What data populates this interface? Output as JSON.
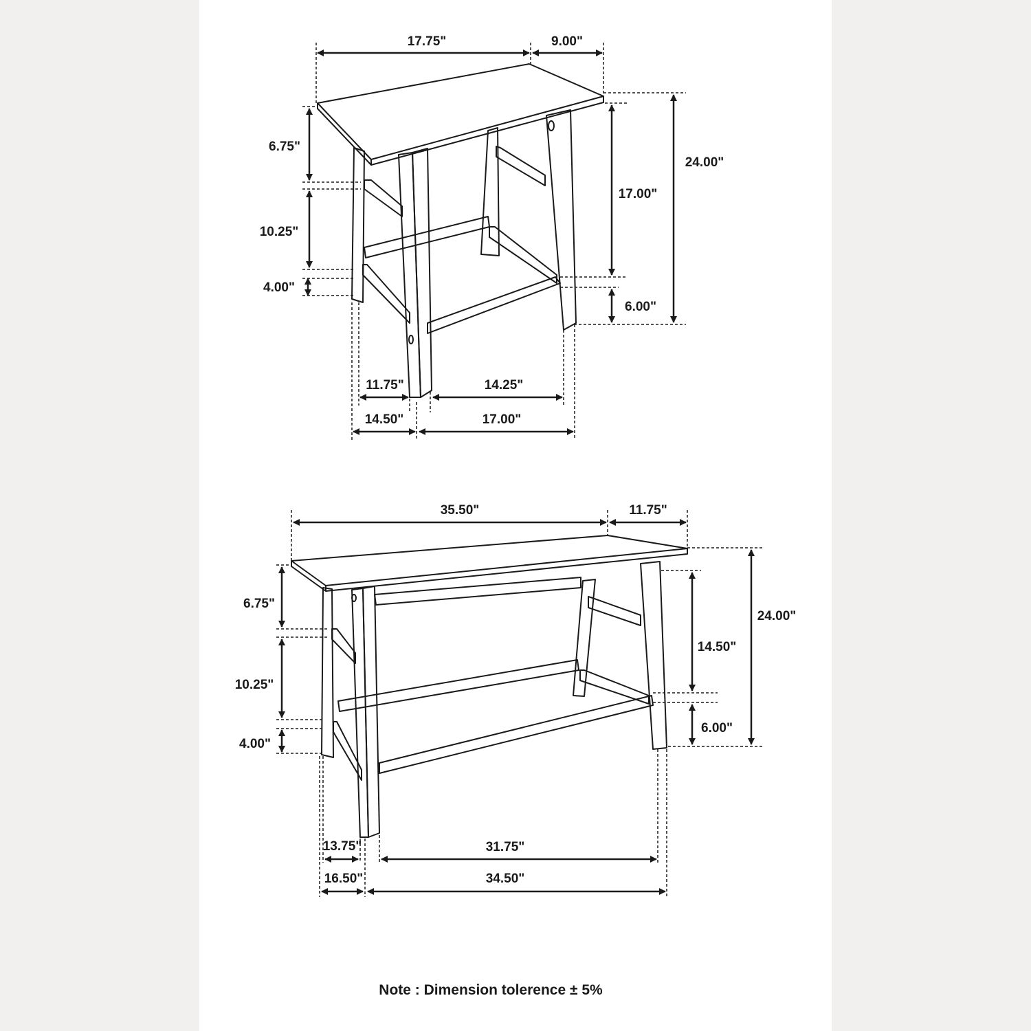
{
  "stool": {
    "dims": {
      "top_length": "17.75\"",
      "top_width": "9.00\"",
      "apron_height": "6.75\"",
      "upper_rung_gap": "10.25\"",
      "lower_rung_gap": "4.00\"",
      "overall_height": "24.00\"",
      "seat_to_rung": "17.00\"",
      "rung_height": "6.00\"",
      "inner_depth": "11.75\"",
      "inner_length": "14.25\"",
      "outer_depth": "14.50\"",
      "outer_length": "17.00\""
    }
  },
  "table": {
    "dims": {
      "top_length": "35.50\"",
      "top_width": "11.75\"",
      "apron_height": "6.75\"",
      "upper_rung_gap": "10.25\"",
      "lower_rung_gap": "4.00\"",
      "overall_height": "24.00\"",
      "top_to_rung": "14.50\"",
      "rung_height": "6.00\"",
      "inner_depth": "13.75\"",
      "inner_length": "31.75\"",
      "outer_depth": "16.50\"",
      "outer_length": "34.50\""
    }
  },
  "note": "Note : Dimension tolerence ± 5%"
}
